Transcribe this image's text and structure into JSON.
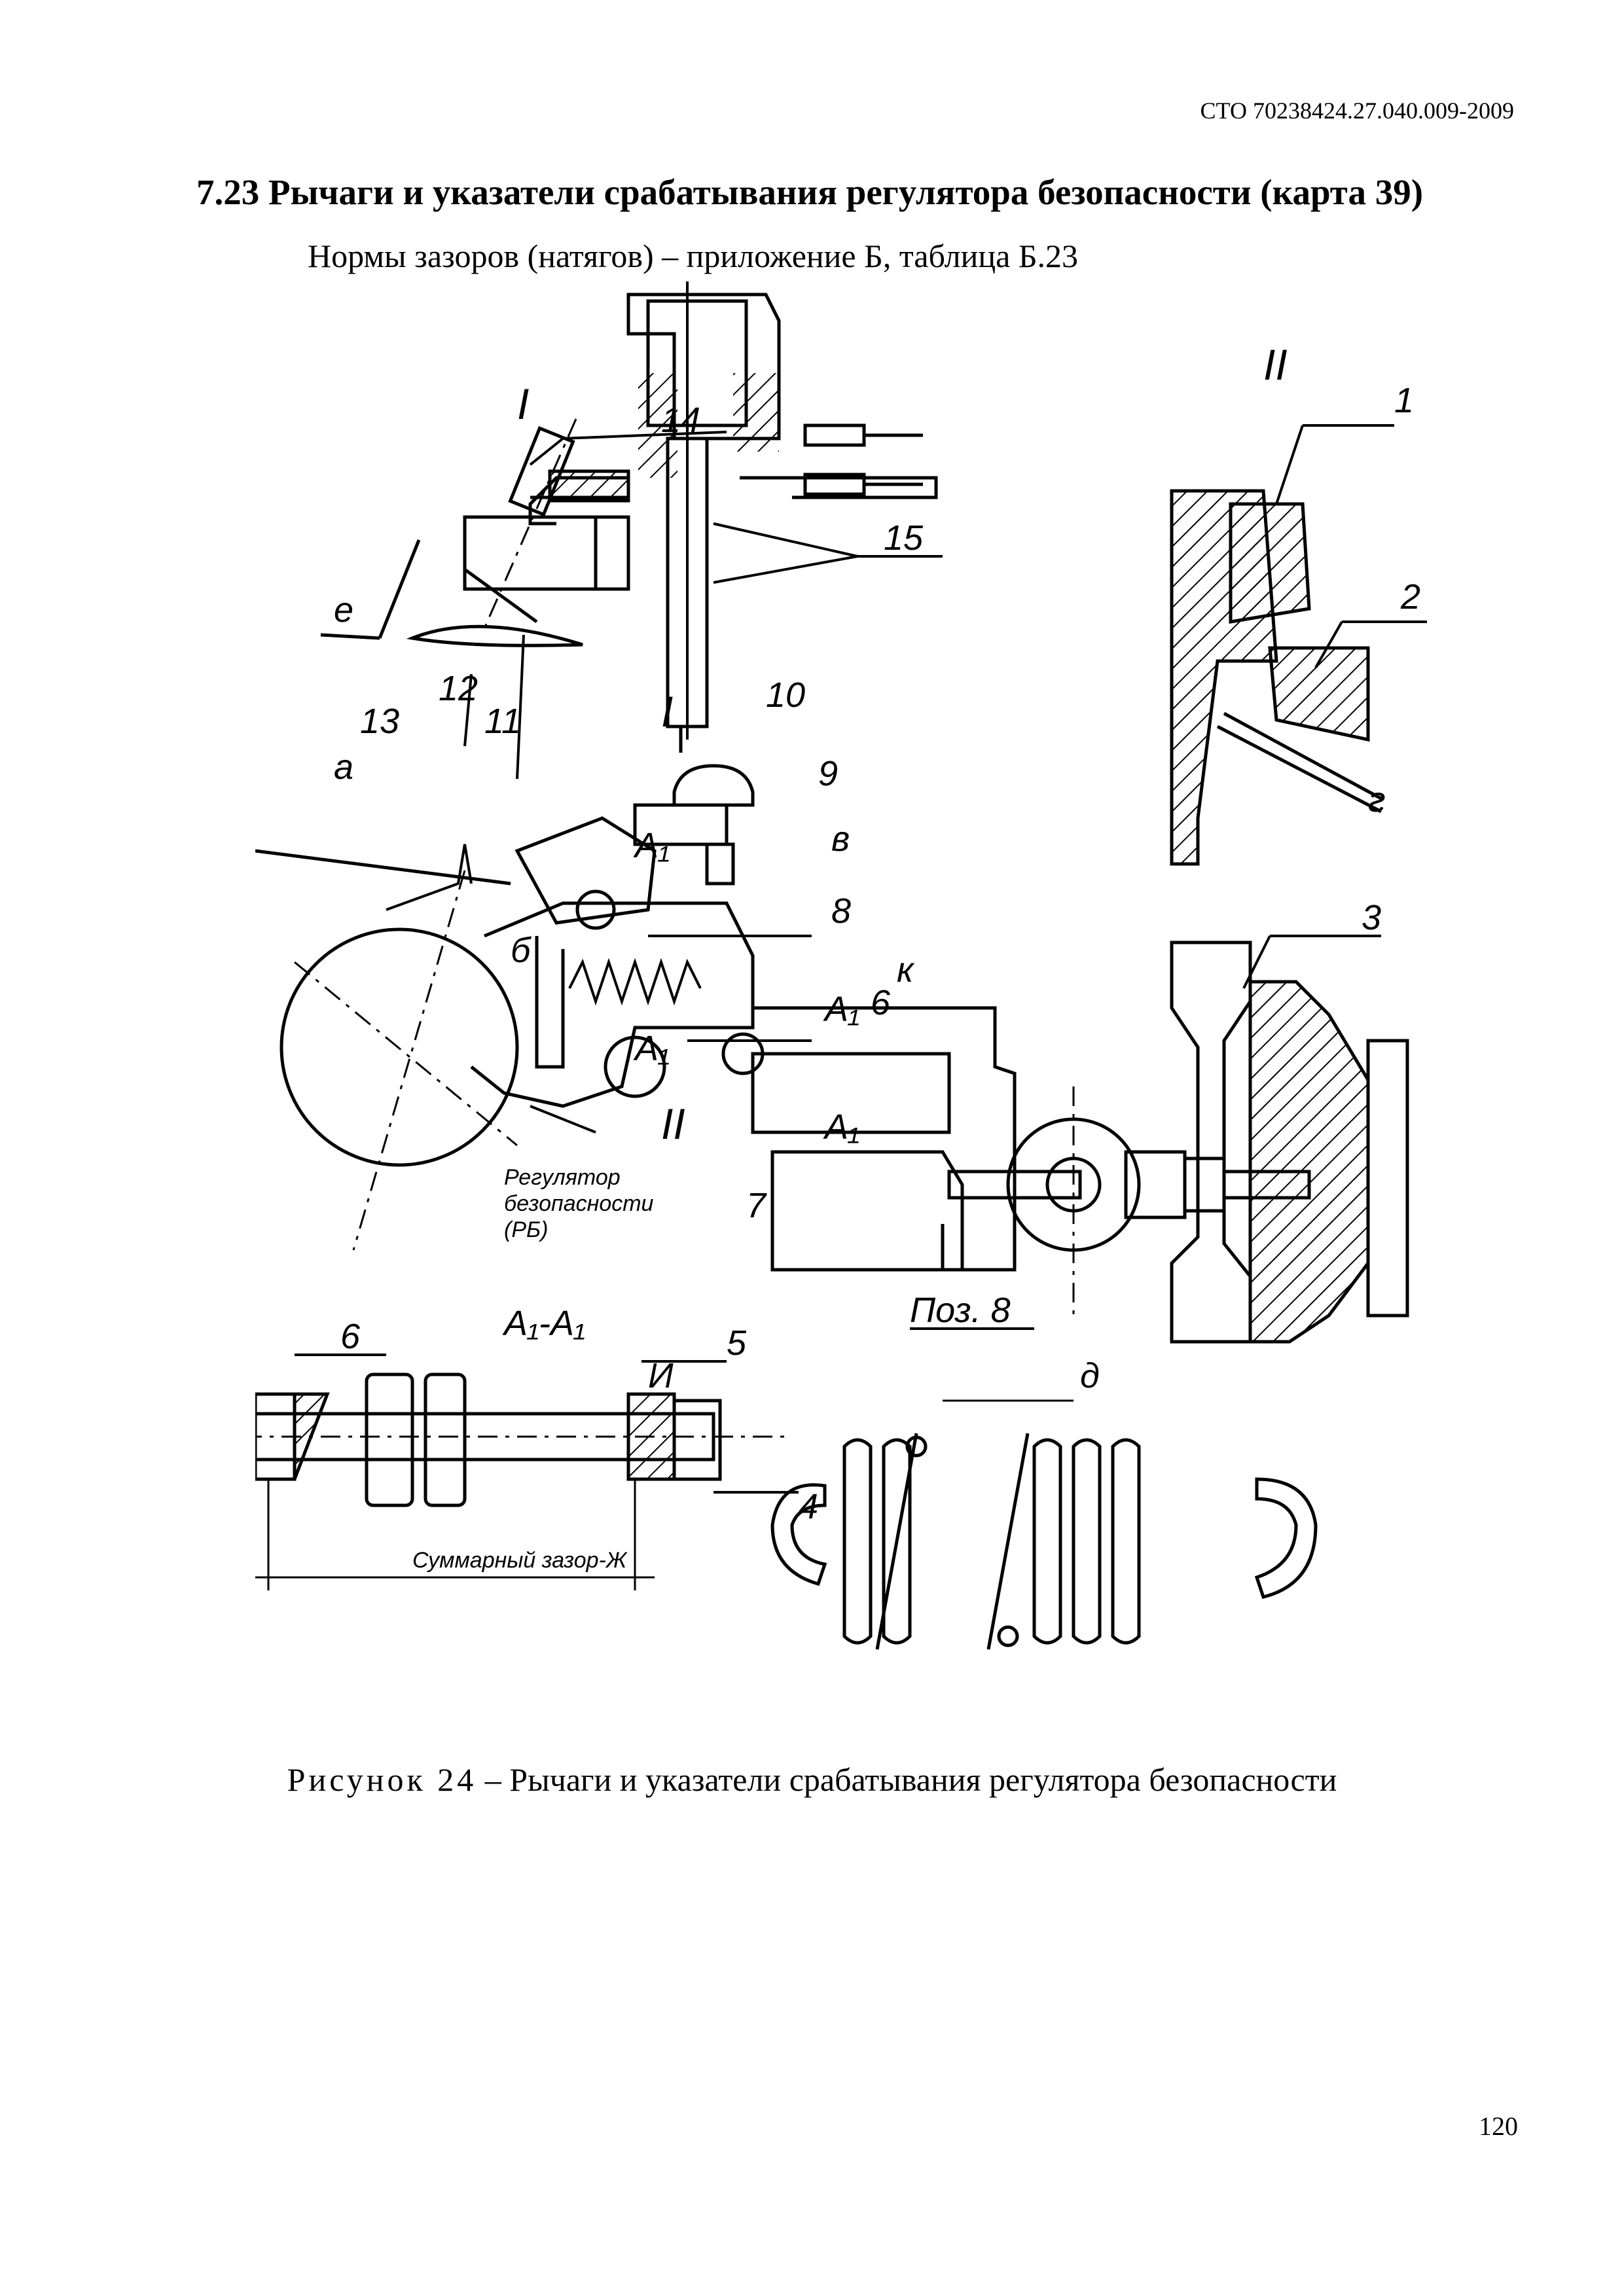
{
  "header": {
    "document_code": "СТО 70238424.27.040.009-2009"
  },
  "section": {
    "heading": "7.23 Рычаги и указатели срабатывания регулятора безопасности (карта 39)",
    "subheading": "Нормы зазоров (натягов) – приложение Б, таблица Б.23"
  },
  "figure": {
    "labels": {
      "view_1": "I",
      "view_1b": "I",
      "view_2": "II",
      "view_2b": "II",
      "n1": "1",
      "n2": "2",
      "n3": "3",
      "n4": "4",
      "n5": "5",
      "n6": "6",
      "n6b": "6",
      "n7": "7",
      "n8": "8",
      "n9": "9",
      "n10": "10",
      "n11": "11",
      "n12": "12",
      "n13": "13",
      "n14": "14",
      "n15": "15",
      "gap_a": "а",
      "gap_b": "б",
      "gap_v": "в",
      "gap_g": "г",
      "gap_d": "д",
      "gap_e": "е",
      "gap_k": "к",
      "gap_i": "И",
      "section_mark_1": "A₁",
      "section_mark_2": "A₁",
      "section_mark_3": "A₁",
      "section_mark_4": "A₁",
      "section_title": "A₁-A₁",
      "pos_8": "Поз. 8",
      "regulator_line1": "Регулятор",
      "regulator_line2": "безопасности",
      "regulator_line3": "(РБ)",
      "total_gap": "Суммарный зазор-Ж"
    }
  },
  "caption": {
    "lead": "Рисунок 24",
    "text": " – Рычаги и указатели срабатывания регулятора безопасности"
  },
  "footer": {
    "page_number": "120"
  }
}
